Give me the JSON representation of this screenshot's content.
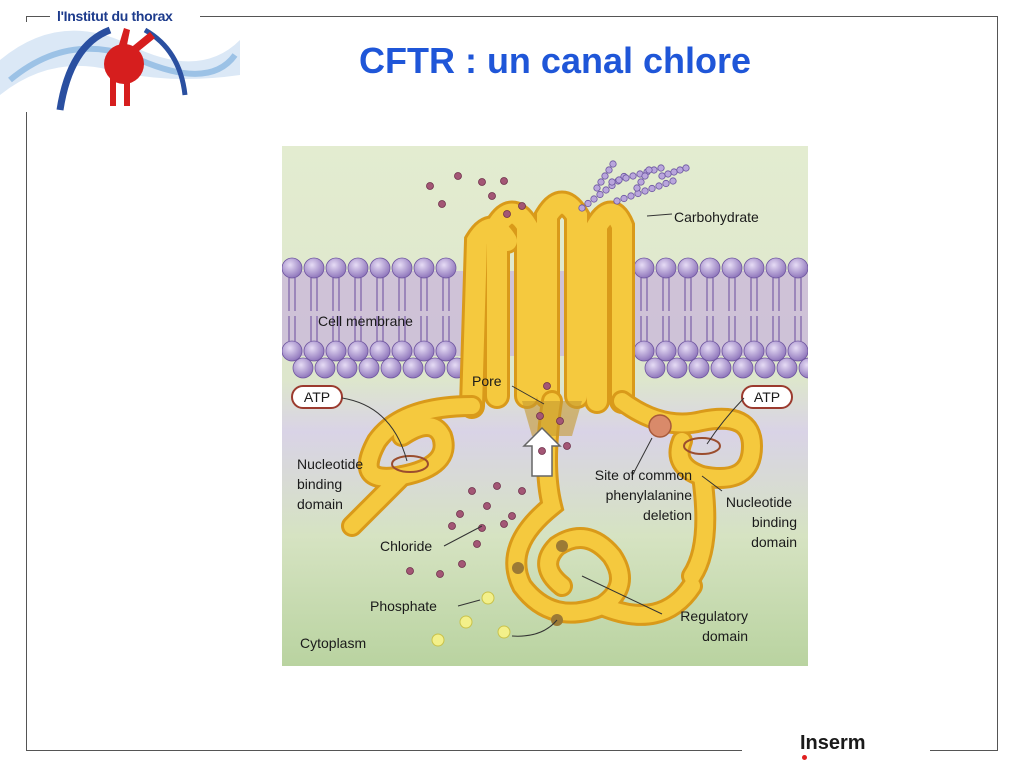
{
  "header": {
    "logo_text": "l'Institut du thorax",
    "title": "CFTR : un canal chlore"
  },
  "footer": {
    "logo_text": "Inserm"
  },
  "diagram": {
    "labels": {
      "carbohydrate": "Carbohydrate",
      "cell_membrane": "Cell membrane",
      "pore": "Pore",
      "atp_left": "ATP",
      "atp_right": "ATP",
      "nbd_left": [
        "Nucleotide",
        "binding",
        "domain"
      ],
      "nbd_right": [
        "Nucleotide",
        "binding",
        "domain"
      ],
      "site": [
        "Site of common",
        "phenylalanine",
        "deletion"
      ],
      "chloride": "Chloride",
      "phosphate": "Phosphate",
      "regulatory": [
        "Regulatory",
        "domain"
      ],
      "cytoplasm": "Cytoplasm"
    }
  },
  "colors": {
    "title": "#1f56d8",
    "protein": "#f2c33a",
    "membrane_head": "#a98fcf",
    "extracellular": "#dfe9c9",
    "cytoplasm": "#cfe0b6",
    "chloride": "#9b4d6e",
    "phosphate": "#f1ef8a"
  }
}
